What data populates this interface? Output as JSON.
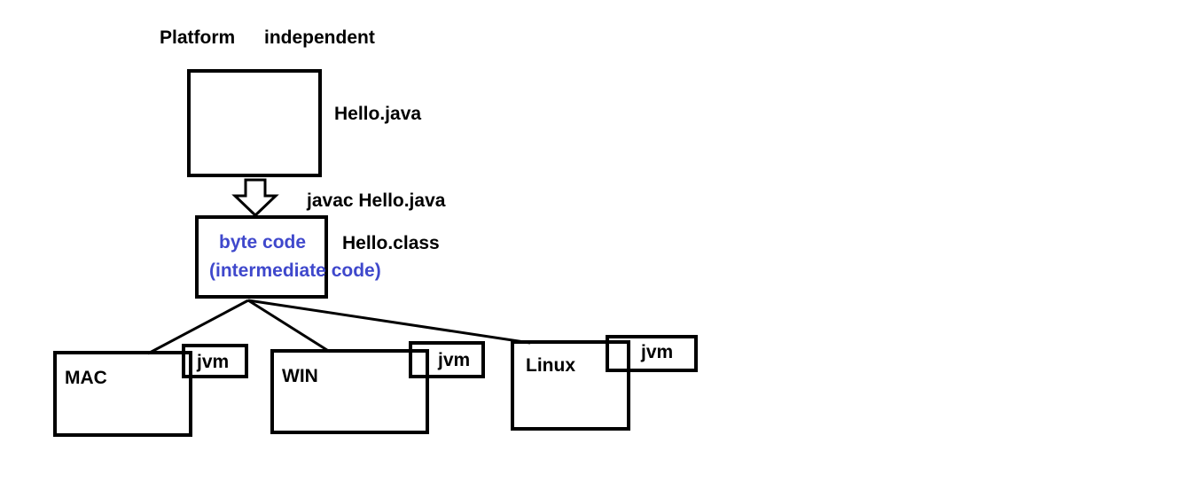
{
  "title": {
    "word1": "Platform",
    "word2": "independent"
  },
  "source": {
    "file_label": "Hello.java"
  },
  "compile": {
    "command": "javac Hello.java"
  },
  "bytecode": {
    "line1": "byte code",
    "line2": "(intermediate code)",
    "file_label": "Hello.class",
    "text_color": "#3f48cc"
  },
  "platforms": [
    {
      "name": "MAC",
      "vm_label": "jvm"
    },
    {
      "name": "WIN",
      "vm_label": "jvm"
    },
    {
      "name": "Linux",
      "vm_label": "jvm"
    }
  ],
  "colors": {
    "stroke": "#000000",
    "accent_text": "#3f48cc",
    "background": "#ffffff"
  }
}
